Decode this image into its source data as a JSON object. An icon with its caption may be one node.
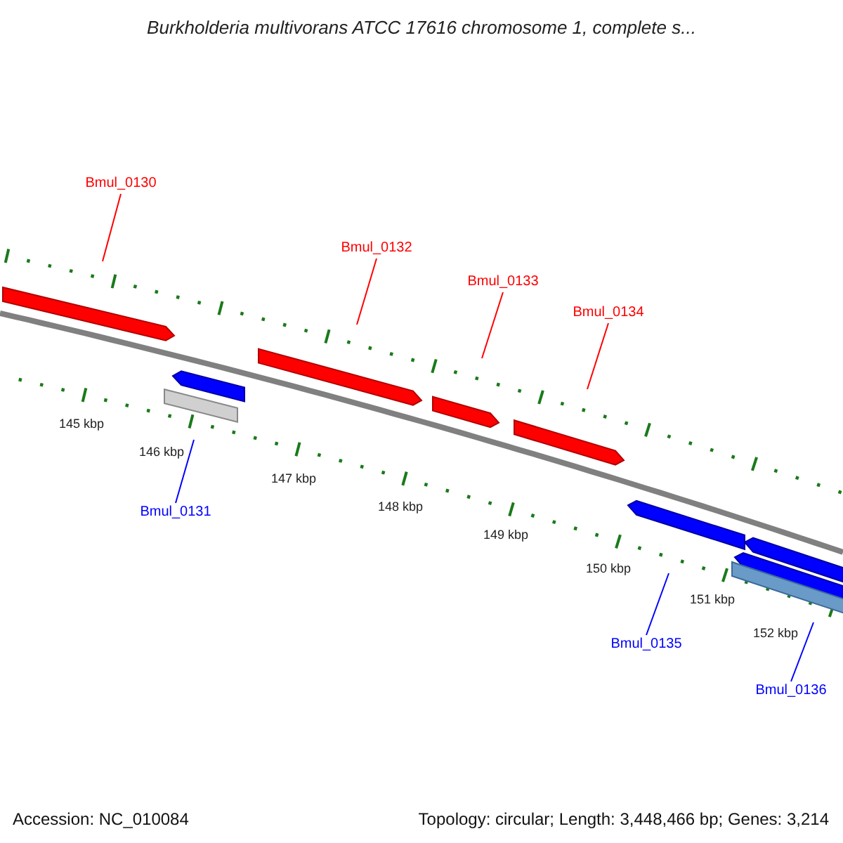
{
  "diagram": {
    "title": "Burkholderia multivorans ATCC 17616 chromosome 1, complete s...",
    "nodes": [
      {
        "text": [
          "Bmul_0130"
        ]
      },
      {
        "text": [
          "Bmul_0132"
        ]
      },
      {
        "text": [
          "Bmul_0133"
        ]
      },
      {
        "text": [
          "Bmul_0134"
        ]
      },
      {
        "text": [
          "Bmul_0131"
        ]
      },
      {
        "text": [
          "Bmul_0135"
        ]
      },
      {
        "text": [
          "Bmul_0136"
        ]
      }
    ],
    "edges": [
      {
        "from": 0,
        "to": null,
        "arrow": "none"
      },
      {
        "from": 1,
        "to": null,
        "arrow": "none"
      },
      {
        "from": 2,
        "to": null,
        "arrow": "none"
      },
      {
        "from": 3,
        "to": null,
        "arrow": "none"
      },
      {
        "from": 4,
        "to": null,
        "arrow": "none",
        "color": "#0000ff"
      },
      {
        "from": 5,
        "to": null,
        "arrow": "none",
        "color": "#0000ff"
      },
      {
        "from": 6,
        "to": null,
        "arrow": "none",
        "color": "#0000ff"
      }
    ],
    "labels": [
      "145 kbp",
      "146 kbp",
      "147 kbp",
      "148 kbp",
      "149 kbp",
      "150 kbp",
      "151 kbp",
      "152 kbp",
      "Accession: NC_010084",
      "Topology: circular; Length: 3,448,466 bp; Genes: 3,214"
    ]
  }
}
